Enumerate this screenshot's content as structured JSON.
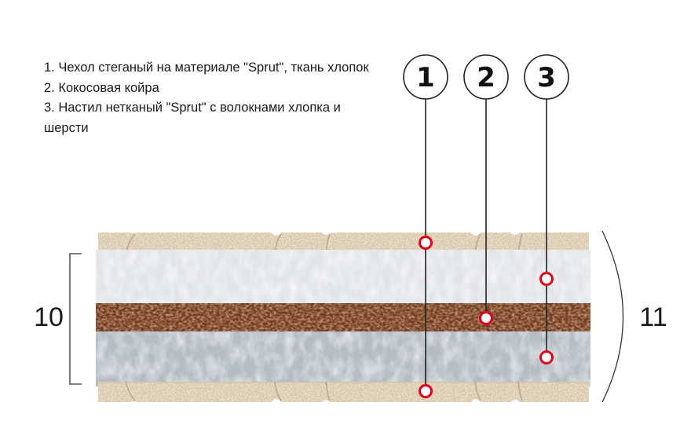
{
  "legend": {
    "items": [
      "1. Чехол стеганый на материале \"Sprut\",  ткань хлопок",
      "2. Кокосовая койра",
      "3. Настил нетканый \"Sprut\" с волокнами хлопка и шерсти"
    ]
  },
  "callouts": [
    "1",
    "2",
    "3"
  ],
  "dimensions": {
    "core_height": "10",
    "total_height": "11"
  },
  "colors": {
    "cover": "#d9c7ab",
    "felt_light": "#e4e6ea",
    "felt_dark": "#b5bcc4",
    "coir": "#6e3a20",
    "marker": "#e0001b",
    "line": "#222222"
  }
}
